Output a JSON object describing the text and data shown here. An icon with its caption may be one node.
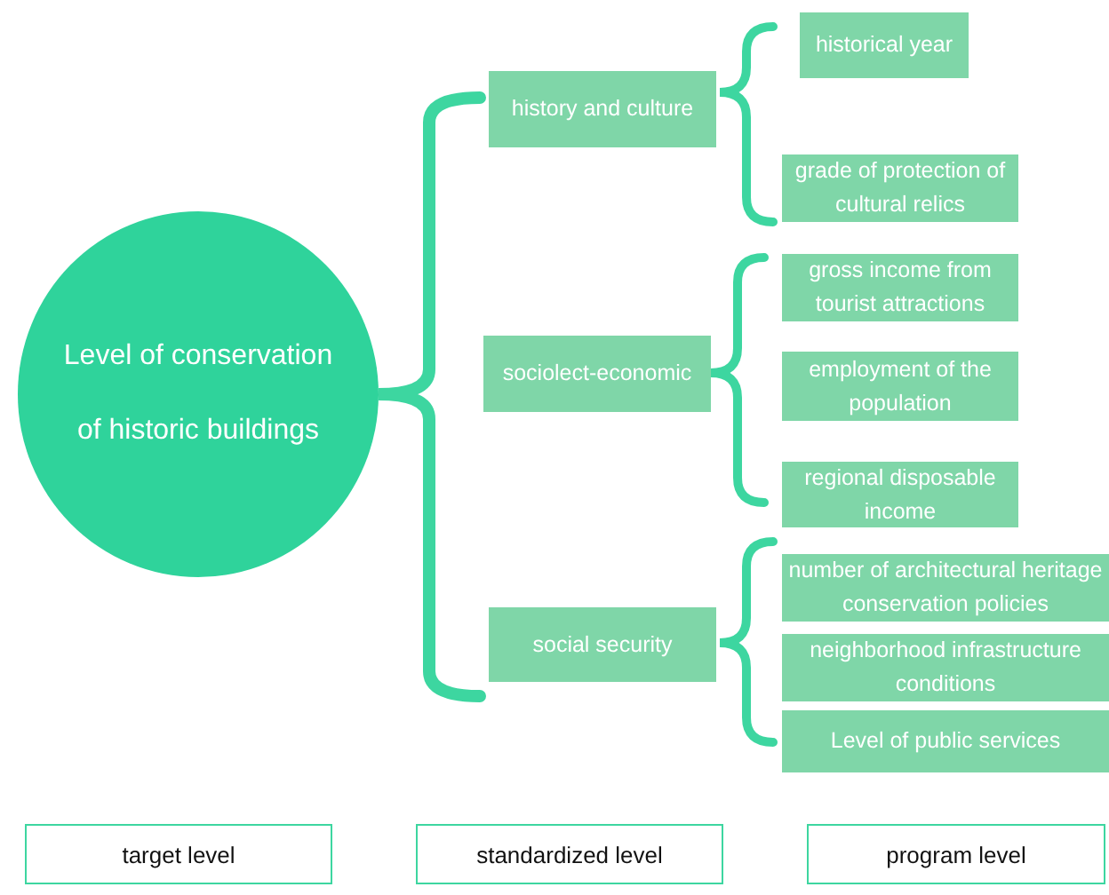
{
  "diagram": {
    "nodes": [
      {
        "text": [
          "Level of conservation of historic buildings"
        ]
      },
      {
        "text": [
          "history and culture"
        ]
      },
      {
        "text": [
          "sociolect-economic"
        ]
      },
      {
        "text": [
          "social security"
        ]
      },
      {
        "text": [
          "historical year"
        ]
      },
      {
        "text": [
          "grade of protection of cultural relics"
        ]
      },
      {
        "text": [
          "gross income from tourist attractions"
        ]
      },
      {
        "text": [
          "employment of the population"
        ]
      },
      {
        "text": [
          "regional disposable income"
        ]
      },
      {
        "text": [
          "number of architectural heritage conservation policies"
        ]
      },
      {
        "text": [
          "neighborhood infrastructure conditions"
        ]
      },
      {
        "text": [
          "Level of public services"
        ]
      },
      {
        "text": [
          "target level"
        ]
      },
      {
        "text": [
          "standardized level"
        ]
      },
      {
        "text": [
          "program level"
        ]
      }
    ]
  }
}
